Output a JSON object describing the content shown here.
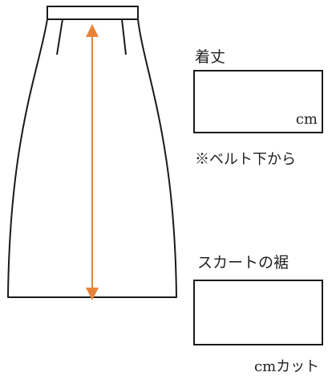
{
  "length_section": {
    "label": "着丈",
    "unit": "cm",
    "note": "※ベルト下から"
  },
  "hem_section": {
    "label": "スカートの裾",
    "unit": "cmカット"
  },
  "colors": {
    "outline": "#1a1a1a",
    "measure_arrow": "#e8833a"
  }
}
